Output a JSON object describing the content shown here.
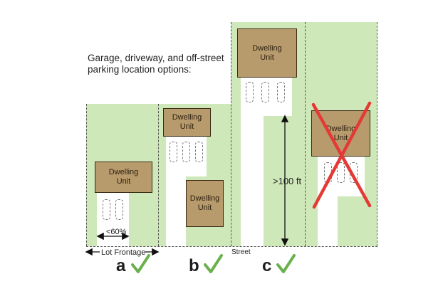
{
  "caption": "Garage, driveway, and off-street\nparking location options:",
  "lots": {
    "a": {
      "unit_label": "Dwelling\nUnit",
      "frontage_pct": "<60%",
      "lot_frontage": "Lot Frontage",
      "option": "a"
    },
    "b": {
      "unit_rear_label": "Dwelling\nUnit",
      "unit_front_label": "Dwelling\nUnit",
      "option": "b"
    },
    "c": {
      "unit_label": "Dwelling\nUnit",
      "setback": ">100 ft",
      "option": "c"
    },
    "d": {
      "unit_label": "Dwelling\nUnit",
      "status": "not permitted"
    }
  },
  "street_label": "Street",
  "colors": {
    "lot": "#cfe8b9",
    "unit": "#b89b6d",
    "check": "#6ab04c",
    "cross": "#e53935"
  }
}
